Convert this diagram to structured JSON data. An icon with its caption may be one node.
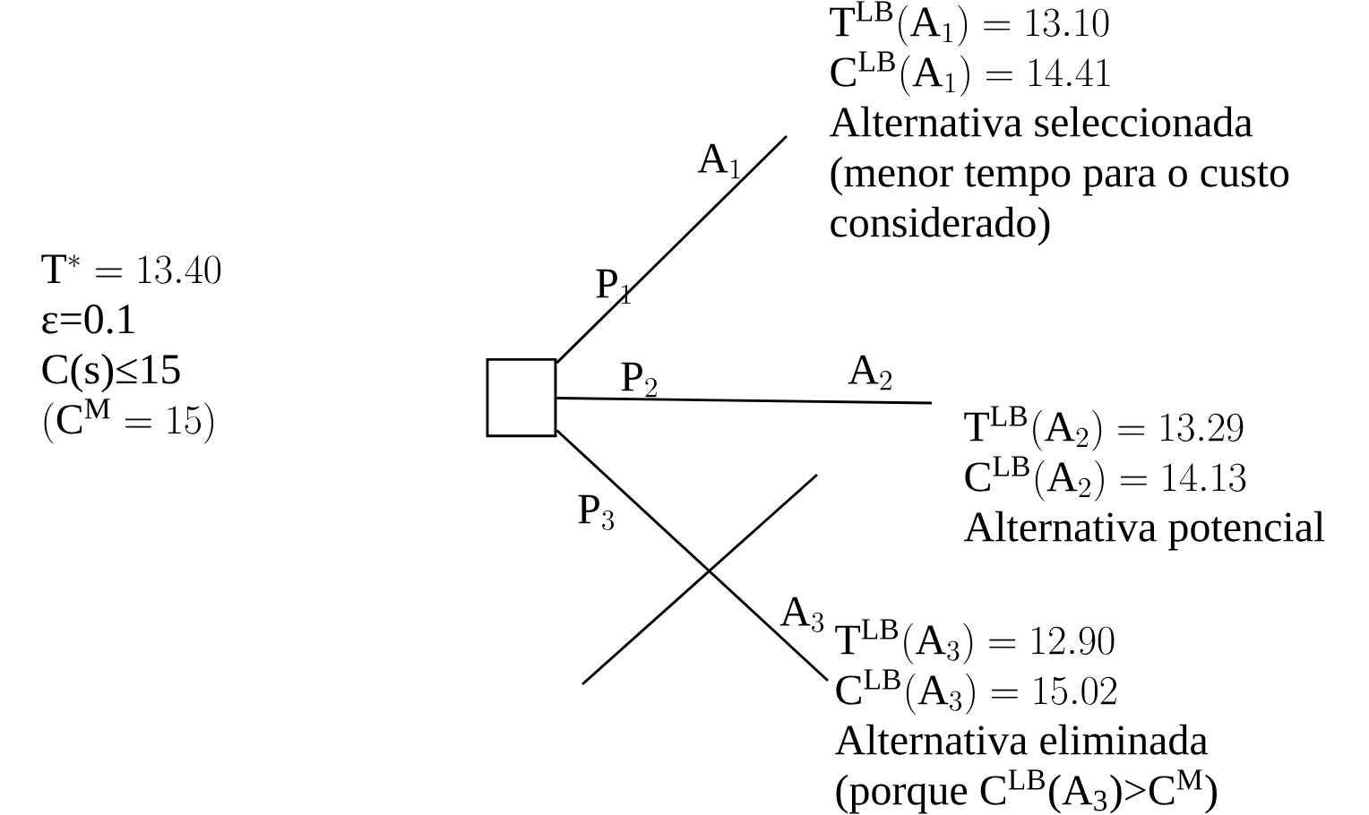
{
  "diagram": {
    "nodes": [
      {
        "text": [],
        "shape": "box"
      },
      {
        "text": [
          "\\mathrm{T}^{\\mathrm{LB}}(\\mathrm{A}_{1})=13.10",
          "\\mathrm{C}^{\\mathrm{LB}}(\\mathrm{A}_{1})=14.41",
          "Alternativa seleccionada (menor tempo para o custo considerado)"
        ],
        "beside": [
          "\\mathrm{A}_{1}"
        ]
      },
      {
        "text": [
          "\\mathrm{T}^{\\mathrm{LB}}(\\mathrm{A}_{2})=13.29",
          "\\mathrm{C}^{\\mathrm{LB}}(\\mathrm{A}_{2})=14.13",
          "Alternativa potencial"
        ],
        "beside": [
          "\\mathrm{A}_{2}"
        ]
      },
      {
        "text": [
          "\\mathrm{T}^{\\mathrm{LB}}(\\mathrm{A}_{3})=12.90",
          "\\mathrm{C}^{\\mathrm{LB}}(\\mathrm{A}_{3})=15.02",
          "Alternativa eliminada (porque C$^{LB}$(A$_{3}$)>C$^{M}$)"
        ],
        "beside": [
          "\\mathrm{A}_{3}"
        ]
      }
    ],
    "edges": [
      {
        "from": 0,
        "to": 1,
        "arrow": "none",
        "label": "\\mathrm{P}_{1}"
      },
      {
        "from": 0,
        "to": 2,
        "arrow": "none",
        "label": "\\mathrm{P}_{2}"
      },
      {
        "from": 0,
        "to": 3,
        "arrow": "none",
        "label": "\\mathrm{P}_{3}"
      }
    ],
    "labels": [
      "\\mathrm{T}^{*}=13.40",
      "ε=0.1",
      "C(s)≤15",
      "(\\mathrm{C}^{\\mathrm{M}}=15)"
    ]
  }
}
